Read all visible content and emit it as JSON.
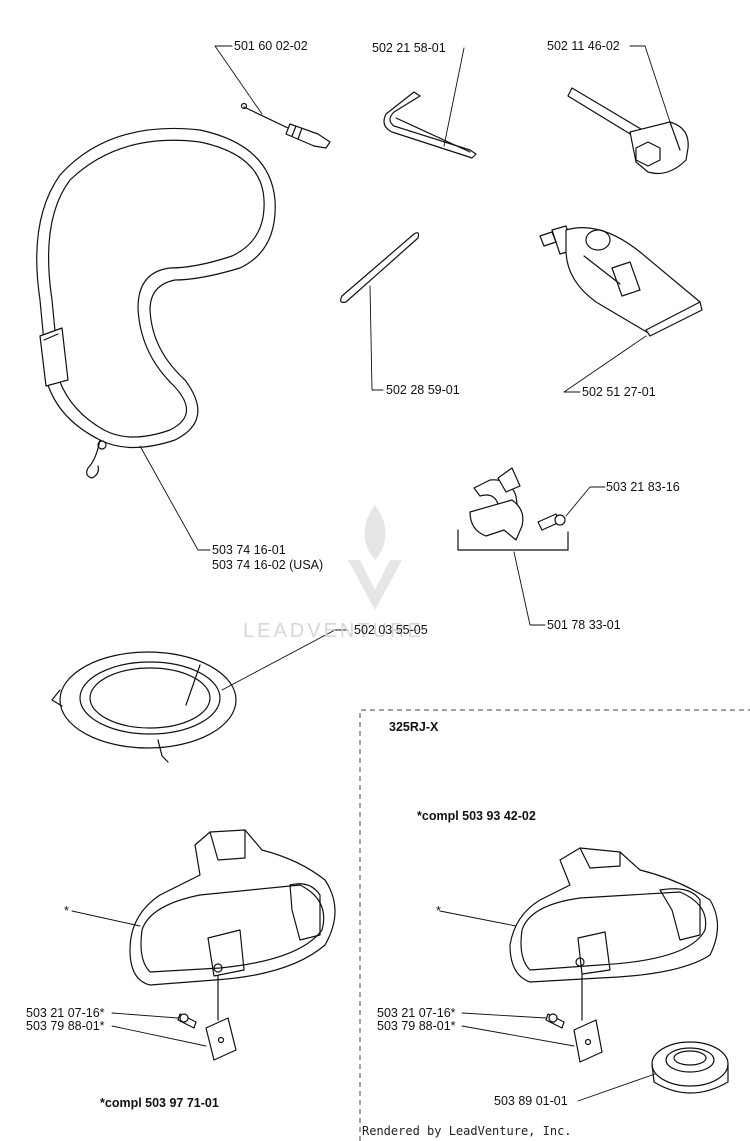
{
  "parts": {
    "p_501600202": "501 60 02-02",
    "p_502215801": "502 21 58-01",
    "p_502114602": "502 11 46-02",
    "p_502285901": "502 28 59-01",
    "p_502512701": "502 51 27-01",
    "p_503741601": "503 74 16-01",
    "p_503741602": "503 74 16-02 (USA)",
    "p_503218316": "503 21 83-16",
    "p_501783301": "501 78 33-01",
    "p_502035505": "502 03 55-05",
    "left_star": "*",
    "left_screw": "503 21 07-16*",
    "left_plate": "503 79 88-01*",
    "left_compl": "*compl 503 97 71-01",
    "right_star": "*",
    "right_screw": "503 21 07-16*",
    "right_plate": "503 79 88-01*",
    "right_compl": "*compl 503 93 42-02",
    "right_cup": "503 89 01-01"
  },
  "model_label": "325RJ-X",
  "watermark": "LEADVENTURE",
  "footer": "Rendered by LeadVenture, Inc."
}
